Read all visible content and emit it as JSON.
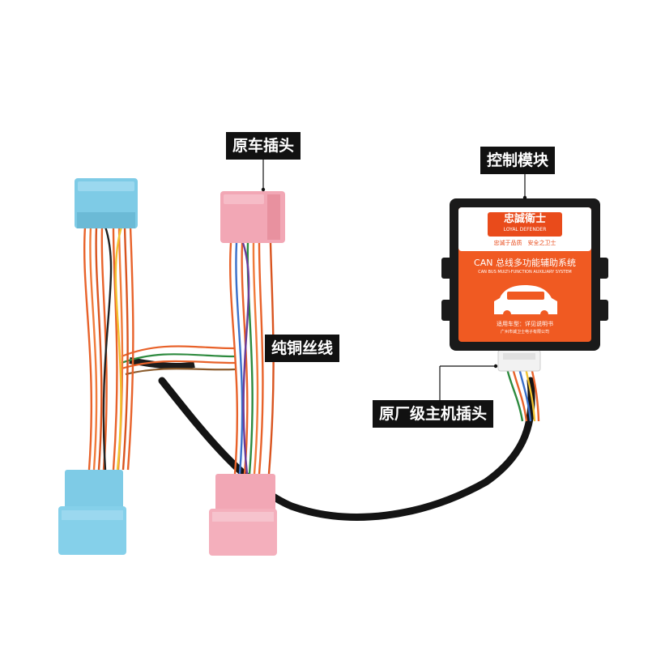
{
  "callouts": {
    "original_car_plug": "原车插头",
    "control_module": "控制模块",
    "pure_copper_wire": "纯铜丝线",
    "oem_host_plug": "原厂级主机插头"
  },
  "module": {
    "brand_cn": "忠誠衛士",
    "brand_en": "LOYAL DEFENDER",
    "slogan": "忠诚于品质　安全之卫士",
    "title_cn": "CAN 总线多功能辅助系统",
    "title_en": "CAN BUS MULTI-FUNCTION AUXILIARY SYSTEM",
    "applicable": "适用车型：详见说明书",
    "company": "广州市诚卫士电子有限公司"
  },
  "colors": {
    "blue_connector": "#7ecbe6",
    "pink_connector": "#f2a7b5",
    "module_orange": "#f05a22",
    "wire_orange": "#e8622a",
    "cable_black": "#141414"
  }
}
